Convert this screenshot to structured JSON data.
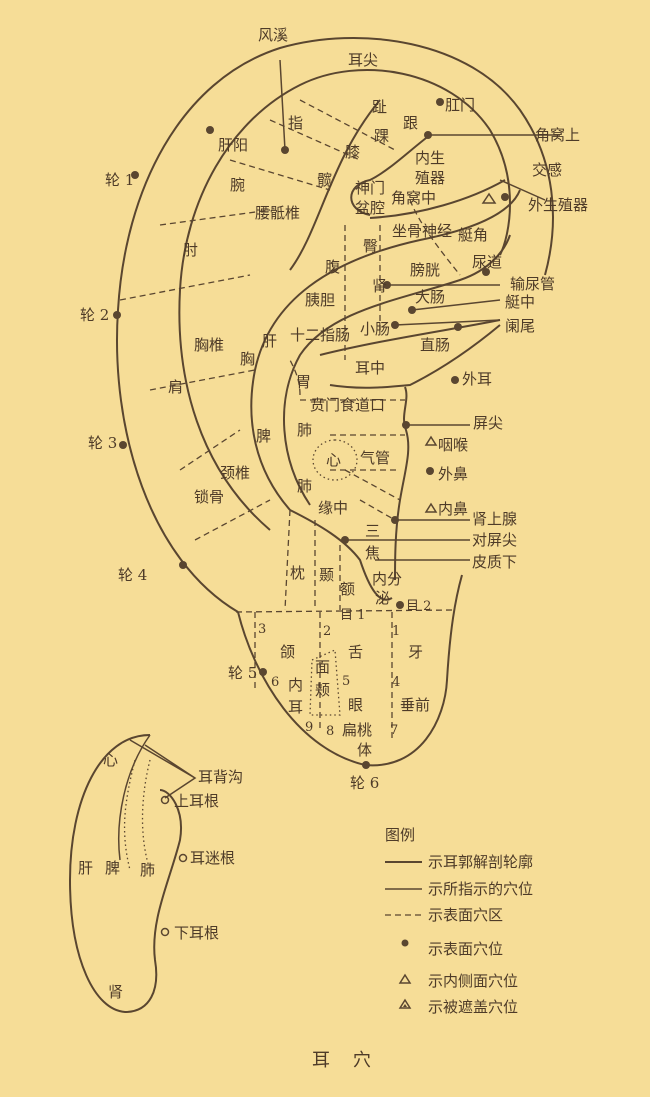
{
  "colors": {
    "background": "#f6dd97",
    "ink": "#5a4630"
  },
  "caption": "耳    穴",
  "front": {
    "fengxi": "风溪",
    "erjian": "耳尖",
    "ganmen": "肛门",
    "jiaowoshang": "角窝上",
    "jiaogan": "交感",
    "waishengzhiqi": "外生殖器",
    "lun1": "轮 1",
    "lun2": "轮 2",
    "lun3": "轮 3",
    "lun4": "轮 4",
    "lun5": "轮 5",
    "lun6": "轮 6",
    "ganyang": "肝阳",
    "zhi": "指",
    "zhi2": "趾",
    "huai": "踝",
    "gen": "跟",
    "xi": "膝",
    "neisheng": "内生",
    "zhiqi": "殖器",
    "wan": "腕",
    "kuan": "髋",
    "jiaowozhong": "角窝中",
    "shenmen": "神门",
    "penqiang": "盆腔",
    "zhou": "肘",
    "yaodizhui": "腰骶椎",
    "tun": "臀",
    "zuogushenjing": "坐骨神经",
    "tingjiao": "艇角",
    "niaodao": "尿道",
    "shuniaoguan": "输尿管",
    "fu": "腹",
    "pangguang": "膀胱",
    "shen": "肾",
    "yidan": "胰胆",
    "dachang": "大肠",
    "tingzhong": "艇中",
    "gan": "肝",
    "shierzhichang": "十二指肠",
    "xiaochang": "小肠",
    "lanwei": "阑尾",
    "xiong": "胸",
    "zhichang": "直肠",
    "xiongzhui": "胸椎",
    "jian": "肩",
    "erzhong": "耳中",
    "wei": "胃",
    "waier": "外耳",
    "benmen": "贲门食道口",
    "pingjian": "屏尖",
    "fei1": "肺",
    "yanhou": "咽喉",
    "xin": "心",
    "qiguan": "气管",
    "pi": "脾",
    "waibi": "外鼻",
    "jingzhui": "颈椎",
    "suogu": "锁骨",
    "fei2": "肺",
    "yuanzhong": "缘中",
    "neibi": "内鼻",
    "shenshangxian": "肾上腺",
    "san": "三",
    "duipingjian": "对屏尖",
    "jiao": "焦",
    "pizhixia": "皮质下",
    "zhen": "枕",
    "nie": "颞",
    "e": "额",
    "neifen": "内分",
    "mi": "泌",
    "mu1": "目 1",
    "mu2": "目 2",
    "n3": "3",
    "n2": "2",
    "n1": "1",
    "he": "颌",
    "she": "舌",
    "ya": "牙",
    "n6": "6",
    "nei": "内",
    "mian": "面",
    "jia": "颊",
    "n5": "5",
    "n4": "4",
    "er": "耳",
    "yan": "眼",
    "chuiqian": "垂前",
    "n9": "9",
    "n8": "8",
    "biantao": "扁桃",
    "ti": "体",
    "n7": "7"
  },
  "back": {
    "xin": "心",
    "erbeigou": "耳背沟",
    "shangergen": "上耳根",
    "gan": "肝",
    "pi": "脾",
    "fei": "肺",
    "ermigen": "耳迷根",
    "xiaergen": "下耳根",
    "shen": "肾"
  },
  "legend": {
    "title": "图例",
    "items": [
      {
        "symbol": "thick-line",
        "label": "示耳郭解剖轮廓"
      },
      {
        "symbol": "thin-line",
        "label": "示所指示的穴位"
      },
      {
        "symbol": "dashed-line",
        "label": "示表面穴区"
      },
      {
        "symbol": "dot",
        "label": "示表面穴位"
      },
      {
        "symbol": "triangle",
        "label": "示内侧面穴位"
      },
      {
        "symbol": "filled-triangle",
        "label": "示被遮盖穴位"
      }
    ]
  }
}
